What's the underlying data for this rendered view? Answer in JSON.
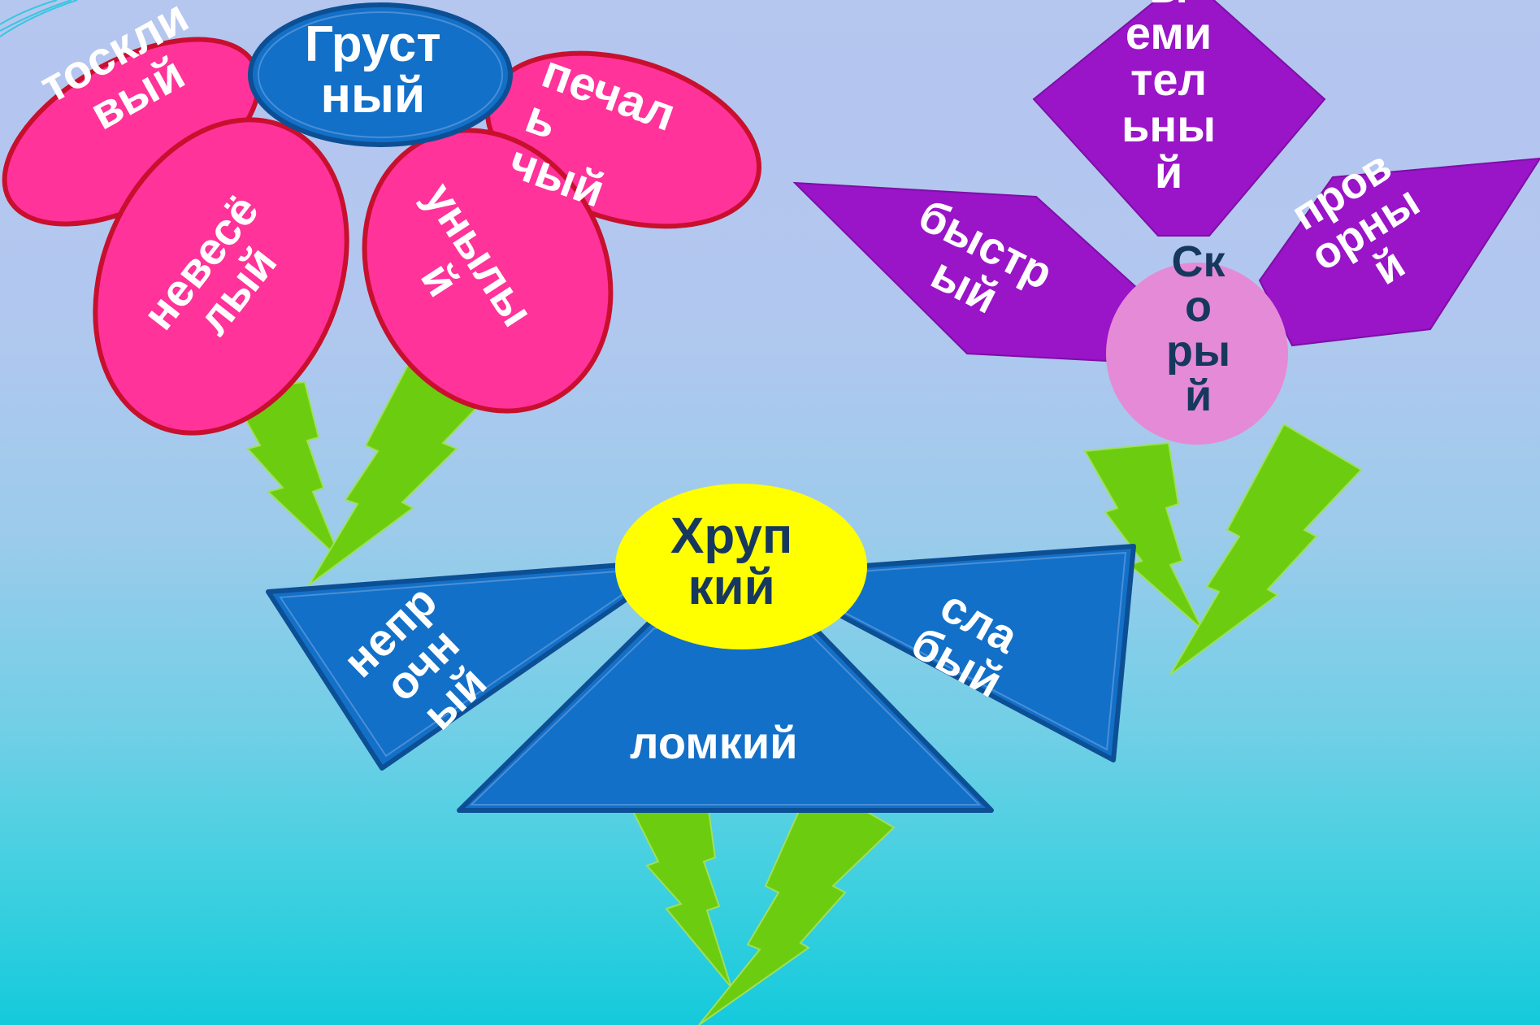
{
  "flowers": {
    "sad": {
      "center": "Груст\nный",
      "petals": {
        "toskl": "тоскли\nвый",
        "pechal": "печал\nь\nчый",
        "nevesel": "невесё\nлый",
        "unyl": "унылы\nй"
      }
    },
    "fast": {
      "center": "Ск\nо\nры\nй",
      "petals": {
        "strem": "ы\nеми\nтел\nьны\nй",
        "bystr": "быстр\nый",
        "provor": "пров\nорны\nй"
      }
    },
    "fragile": {
      "center": "Хруп\nкий",
      "petals": {
        "nepr": "непр\nочн\nый",
        "slab": "сла\nбый",
        "lom": "ломкий"
      }
    }
  },
  "colors": {
    "pink_petal": "#ff3399",
    "pink_outline": "#c8102e",
    "blue_shape": "#1270c8",
    "purple_petal": "#9a14c8",
    "pink_center": "#e58ad6",
    "yellow_center": "#ffff00",
    "green_stem": "#6ccd10"
  },
  "icons": {
    "stem": "lightning-bolt-icon",
    "decoration": "corner-swoosh"
  }
}
